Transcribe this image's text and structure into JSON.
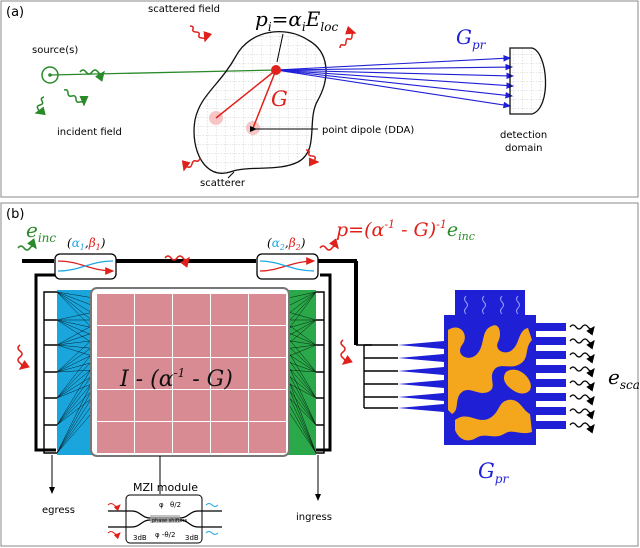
{
  "panel_a": {
    "label": "(a)",
    "scattered_field": "scattered field",
    "source": "source(s)",
    "incident_field": "incident field",
    "point_dipole": "point dipole (DDA)",
    "scatterer": "scatterer",
    "detection_line1": "detection",
    "detection_line2": "domain",
    "eq_p": "p",
    "eq_p_sub": "i",
    "eq_mid": "=α",
    "eq_alpha_sub": "i",
    "eq_E": "E",
    "eq_E_sub": "loc",
    "G": "G",
    "Gpr": "G",
    "Gpr_sub": "pr"
  },
  "panel_b": {
    "label": "(b)",
    "einc": "e",
    "einc_sub": "inc",
    "mzi_left_alpha": "α",
    "mzi_left_alpha_sub": "1",
    "mzi_left_beta": "β",
    "mzi_left_beta_sub": "1",
    "mzi_right_alpha": "α",
    "mzi_right_alpha_sub": "2",
    "mzi_right_beta": "β",
    "mzi_right_beta_sub": "2",
    "eq_top_a": "p=(α",
    "eq_top_sup1": "-1",
    "eq_top_b": " - G)",
    "eq_top_sup2": "-1",
    "eq_top_e": "e",
    "eq_top_e_sub": "inc",
    "matrix_a": "I - (α",
    "matrix_sup": "-1",
    "matrix_b": " - G)",
    "egress": "egress",
    "ingress": "ingress",
    "mzi_module": "MZI module",
    "phase_shifters": "phase shifters",
    "theta": "θ/2",
    "phi_plus": "φ",
    "phi_minus": "φ -θ/2",
    "dB_left": "3dB",
    "dB_mid": "φ -θ/2",
    "dB_right": "3dB",
    "esca": "e",
    "esca_sub": "sca",
    "Gpr": "G",
    "Gpr_sub": "pr"
  },
  "colors": {
    "red": "#e0201b",
    "green": "#2a8a2a",
    "blue": "#1f1fd6",
    "cyan": "#1fa8e0",
    "matrix": "#d98b93",
    "ingress": "#2aa84a",
    "egress": "#1aa6dc",
    "orange": "#f4a61c"
  }
}
